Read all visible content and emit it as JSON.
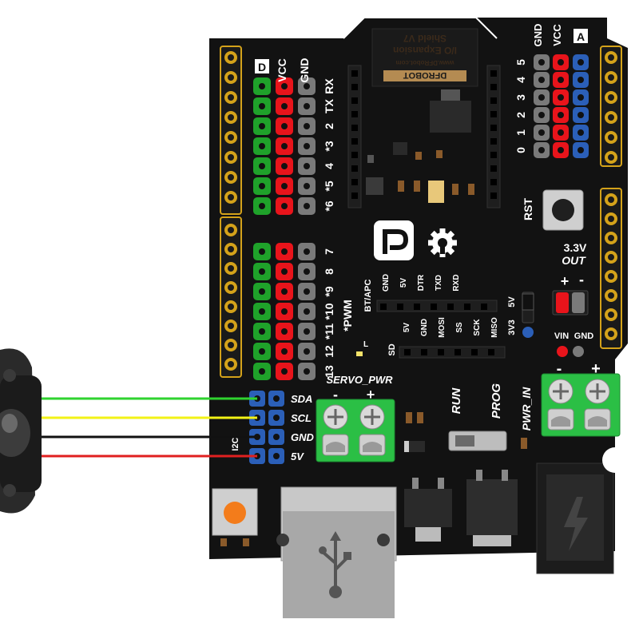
{
  "board": {
    "module_name_1": "Shield V7",
    "module_name_2": "I/O Expansion",
    "module_url": "www.DFRobot.com",
    "module_brand": "DFROBOT",
    "pwm_note": "*PWM",
    "bt_apc": "BT/APC",
    "led_l": "L",
    "rst": "RST",
    "out_33_a": "3.3V",
    "out_33_b": "OUT",
    "vin": "VIN",
    "gnd_label": "GND",
    "v5_top": "5V",
    "v33_side": "3V3",
    "run": "RUN",
    "prog": "PROG",
    "pwr_in": "PWR_IN",
    "servo_pwr": "SERVO_PWR",
    "minus": "-",
    "plus": "+",
    "i2c": "I2C",
    "sd": "SD"
  },
  "digital_header": {
    "col_titles": [
      "D",
      "VCC",
      "GND"
    ],
    "pin_labels": [
      "RX",
      "TX",
      "2",
      "*3",
      "4",
      "*5",
      "*6",
      "7",
      "8",
      "*9",
      "*10",
      "*11",
      "12",
      "13"
    ]
  },
  "analog_header": {
    "col_titles": [
      "GND",
      "VCC",
      "A"
    ],
    "pin_labels": [
      "5",
      "4",
      "3",
      "2",
      "1",
      "0"
    ]
  },
  "bee_pins_top": [
    "GND",
    "5V",
    "DTR",
    "TXD",
    "RXD"
  ],
  "bee_pins_bottom": [
    "SD",
    "5V",
    "GND",
    "MOSI",
    "SS",
    "SCK",
    "MISO"
  ],
  "i2c_pins": [
    "SDA",
    "SCL",
    "GND",
    "5V"
  ],
  "wire_colors": {
    "SDA": "#2fd32f",
    "SCL": "#f2f216",
    "GND": "#111111",
    "5V": "#e02020"
  },
  "colors": {
    "pcb": "#111111",
    "header_green": "#1fa22a",
    "header_red": "#e8141b",
    "header_gray": "#7a7a7a",
    "header_blue": "#2b5fb8",
    "gold": "#d4a21a",
    "terminal_green": "#2bbf45"
  }
}
